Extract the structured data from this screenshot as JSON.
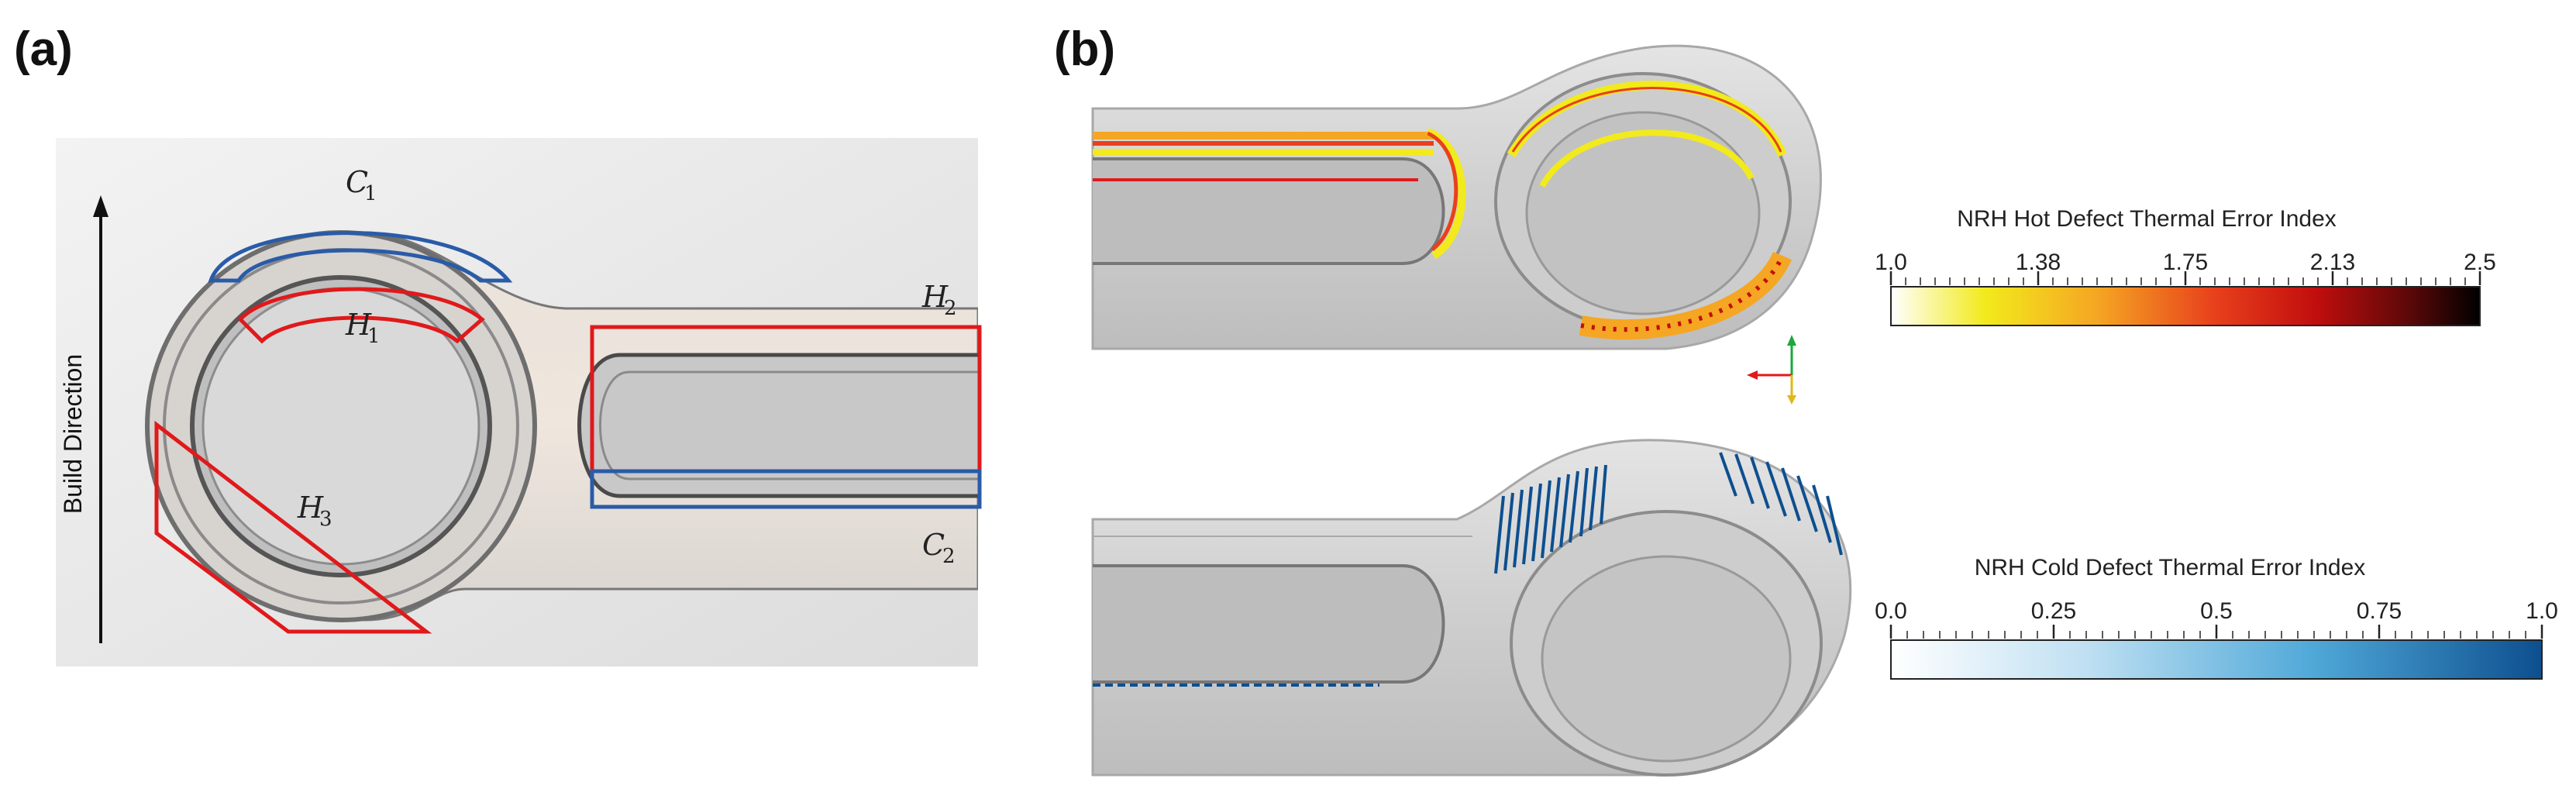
{
  "panels": {
    "a_label": "(a)",
    "b_label": "(b)"
  },
  "panel_a": {
    "build_direction": "Build Direction",
    "regions": [
      {
        "name": "C",
        "sub": "1",
        "color": "#2a5ba8"
      },
      {
        "name": "H",
        "sub": "1",
        "color": "#e0191b"
      },
      {
        "name": "H",
        "sub": "2",
        "color": "#e0191b"
      },
      {
        "name": "H",
        "sub": "3",
        "color": "#e0191b"
      },
      {
        "name": "C",
        "sub": "2",
        "color": "#2a5ba8"
      }
    ]
  },
  "panel_b": {
    "hot": {
      "title": "NRH Hot Defect Thermal Error Index",
      "ticks": [
        "1.0",
        "1.38",
        "1.75",
        "2.13",
        "2.5"
      ],
      "colors": [
        "#ffffff",
        "#f2ea1c",
        "#f5a623",
        "#e8401c",
        "#c20e0e",
        "#5c0808",
        "#000000"
      ]
    },
    "cold": {
      "title": "NRH Cold Defect Thermal Error Index",
      "ticks": [
        "0.0",
        "0.25",
        "0.5",
        "0.75",
        "1.0"
      ],
      "colors": [
        "#ffffff",
        "#bfe0f2",
        "#4fa8d8",
        "#0d4f8f"
      ]
    },
    "axes_colors": {
      "y": "#1aa83a",
      "x": "#e0191b",
      "z": "#e0b81a"
    }
  }
}
